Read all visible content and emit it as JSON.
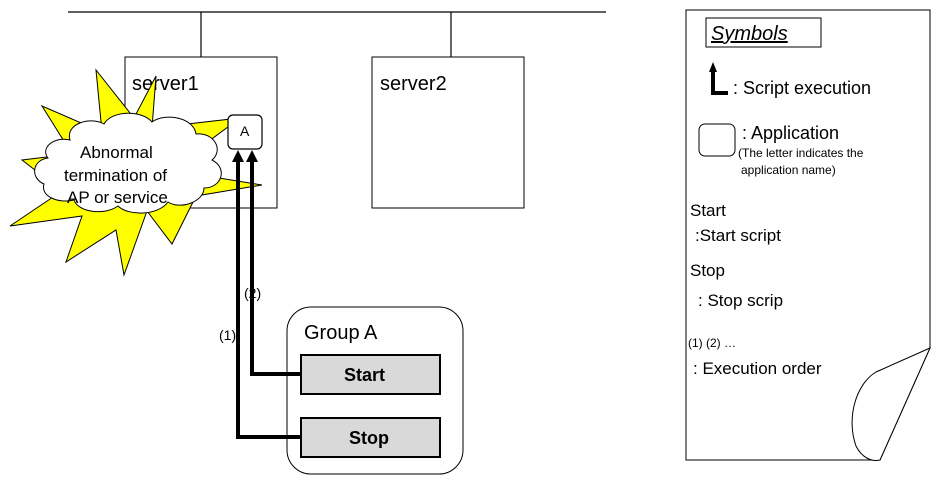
{
  "diagram": {
    "servers": [
      {
        "label": "server1"
      },
      {
        "label": "server2"
      }
    ],
    "application": {
      "label": "A"
    },
    "failure": {
      "lines": [
        "Abnormal",
        "termination of",
        "AP or service"
      ]
    },
    "group": {
      "title": "Group A",
      "start_label": "Start",
      "stop_label": "Stop"
    },
    "arrows": [
      {
        "label": "(1)"
      },
      {
        "label": "(2)"
      }
    ]
  },
  "legend": {
    "title": "Symbols",
    "script_execution": ": Script execution",
    "application": ": Application",
    "application_note_1": "(The letter indicates the",
    "application_note_2": "application name)",
    "start_label": "Start",
    "start_desc": ":Start script",
    "stop_label": "Stop",
    "stop_desc": ": Stop scrip",
    "order_label": "(1) (2) …",
    "order_desc": ": Execution order"
  },
  "colors": {
    "lines": "#000000",
    "burst": "#ffff00",
    "script_box": "#d9d9d9"
  }
}
